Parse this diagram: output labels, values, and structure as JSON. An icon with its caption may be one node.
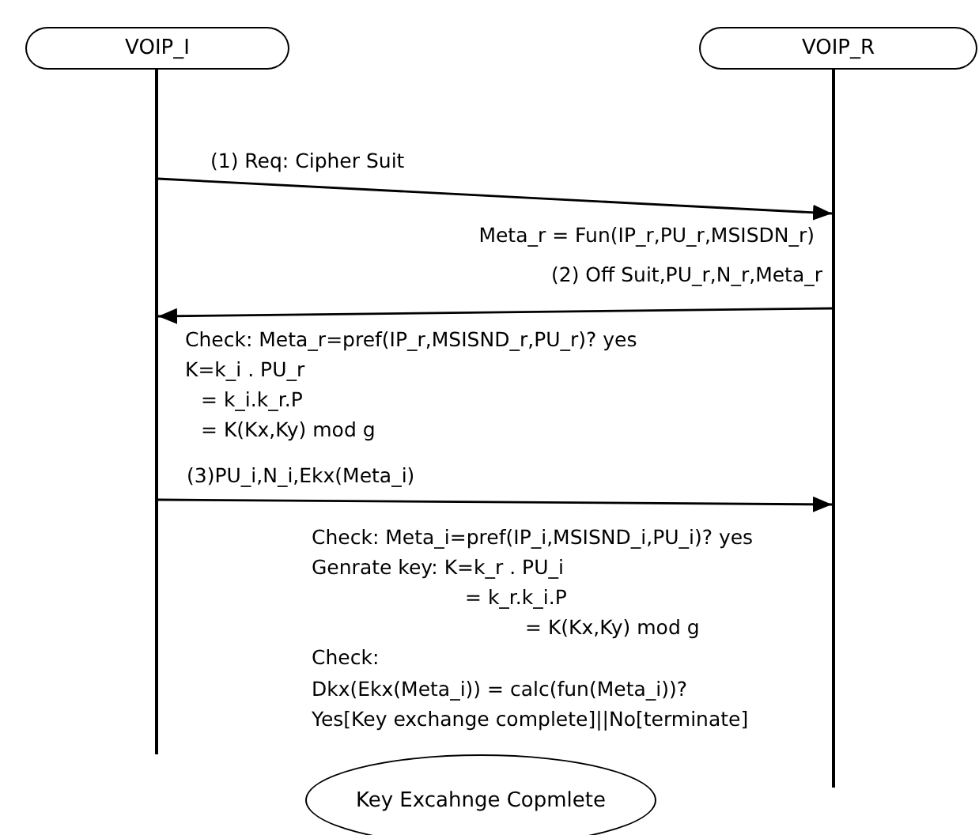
{
  "diagram": {
    "nodes": [
      {
        "text": [
          "VOIP_I"
        ]
      },
      {
        "text": [
          "VOIP_R"
        ]
      },
      {
        "text": [],
        "shape": "bar"
      },
      {
        "text": [],
        "shape": "bar"
      },
      {
        "text": [
          "Key Excahnge Copmlete"
        ]
      }
    ],
    "edges": [
      {
        "from": 2,
        "to": 3,
        "arrow": "to",
        "label": "(1) Req: Cipher Suit"
      },
      {
        "from": 3,
        "to": 2,
        "arrow": "to",
        "label": "(2) Off Suit,PU_r,N_r,Meta_r"
      },
      {
        "from": 2,
        "to": 3,
        "arrow": "to",
        "label": "(3)PU_i,N_i,Ekx(Meta_i)"
      }
    ],
    "labels": [
      "Meta_r = Fun(IP_r,PU_r,MSISDN_r)",
      "Check: Meta_r=pref(IP_r,MSISND_r,PU_r)? yes",
      "K=k_i . PU_r",
      "= k_i.k_r.P",
      "= K(Kx,Ky) mod g",
      "Check: Meta_i=pref(IP_i,MSISND_i,PU_i)? yes",
      "Genrate key: K=k_r . PU_i",
      "= k_r.k_i.P",
      "= K(Kx,Ky) mod g",
      "Check:",
      "Dkx(Ekx(Meta_i)) = calc(fun(Meta_i))?",
      "Yes[Key exchange complete]||No[terminate]"
    ]
  }
}
